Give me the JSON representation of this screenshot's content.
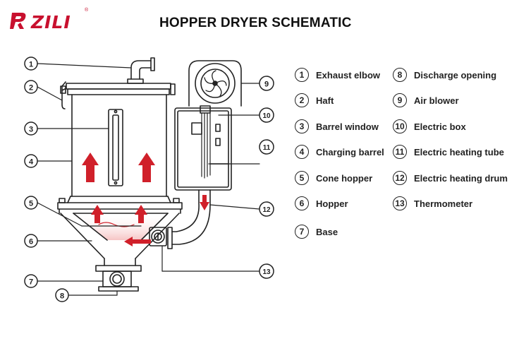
{
  "brand": {
    "logo_text": "ZILI",
    "registered_mark": "®",
    "logo_color": "#c8102e"
  },
  "title": "HOPPER DRYER SCHEMATIC",
  "colors": {
    "line": "#222222",
    "arrow_red": "#d0202a",
    "warm_fill": "#f6c4c4"
  },
  "legend": [
    {
      "num": "1",
      "label": "Exhaust elbow"
    },
    {
      "num": "2",
      "label": "Haft"
    },
    {
      "num": "3",
      "label": "Barrel window"
    },
    {
      "num": "4",
      "label": "Charging barrel"
    },
    {
      "num": "5",
      "label": "Cone hopper"
    },
    {
      "num": "6",
      "label": "Hopper"
    },
    {
      "num": "7",
      "label": "Base"
    },
    {
      "num": "8",
      "label": "Discharge opening"
    },
    {
      "num": "9",
      "label": "Air blower"
    },
    {
      "num": "10",
      "label": "Electric box"
    },
    {
      "num": "11",
      "label": "Electric heating tube"
    },
    {
      "num": "12",
      "label": "Electric heating drum"
    },
    {
      "num": "13",
      "label": "Thermometer"
    }
  ],
  "callouts": [
    "1",
    "2",
    "3",
    "4",
    "5",
    "6",
    "7",
    "8",
    "9",
    "10",
    "11",
    "12",
    "13"
  ]
}
